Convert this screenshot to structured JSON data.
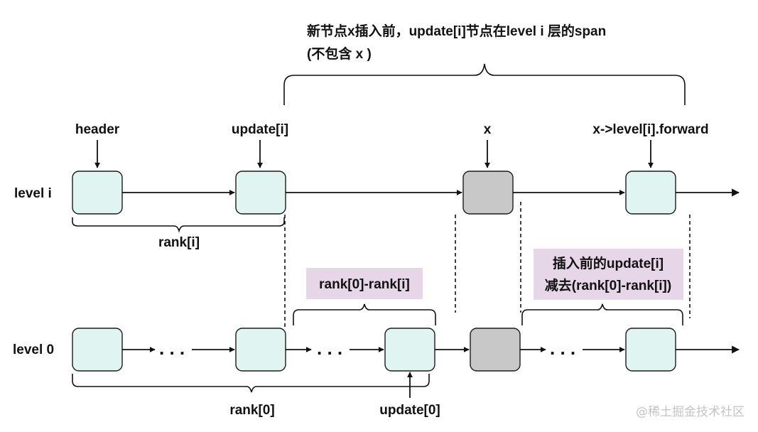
{
  "colors": {
    "node_fill": "#e0f4f1",
    "removed_node_fill": "#c8c8c8",
    "highlight_fill": "#e6d6e8",
    "line": "#111111",
    "watermark": "#c4c4c4"
  },
  "top_annotation": {
    "line1": "新节点x插入前，update[i]节点在level i 层的span",
    "line2": "(不包含 x )"
  },
  "pointers": {
    "header": "header",
    "update_i": "update[i]",
    "x": "x",
    "forward": "x->level[i].forward",
    "update_0": "update[0]"
  },
  "levels": {
    "level_i": "level i",
    "level_0": "level 0"
  },
  "braces": {
    "rank_i": "rank[i]",
    "rank_0": "rank[0]",
    "rank_diff": "rank[0]-rank[i]",
    "span_note_line1": "插入前的update[i]",
    "span_note_line2": "减去(rank[0]-rank[i])"
  },
  "ellipsis": ". . .",
  "watermark": "@稀土掘金技术社区"
}
